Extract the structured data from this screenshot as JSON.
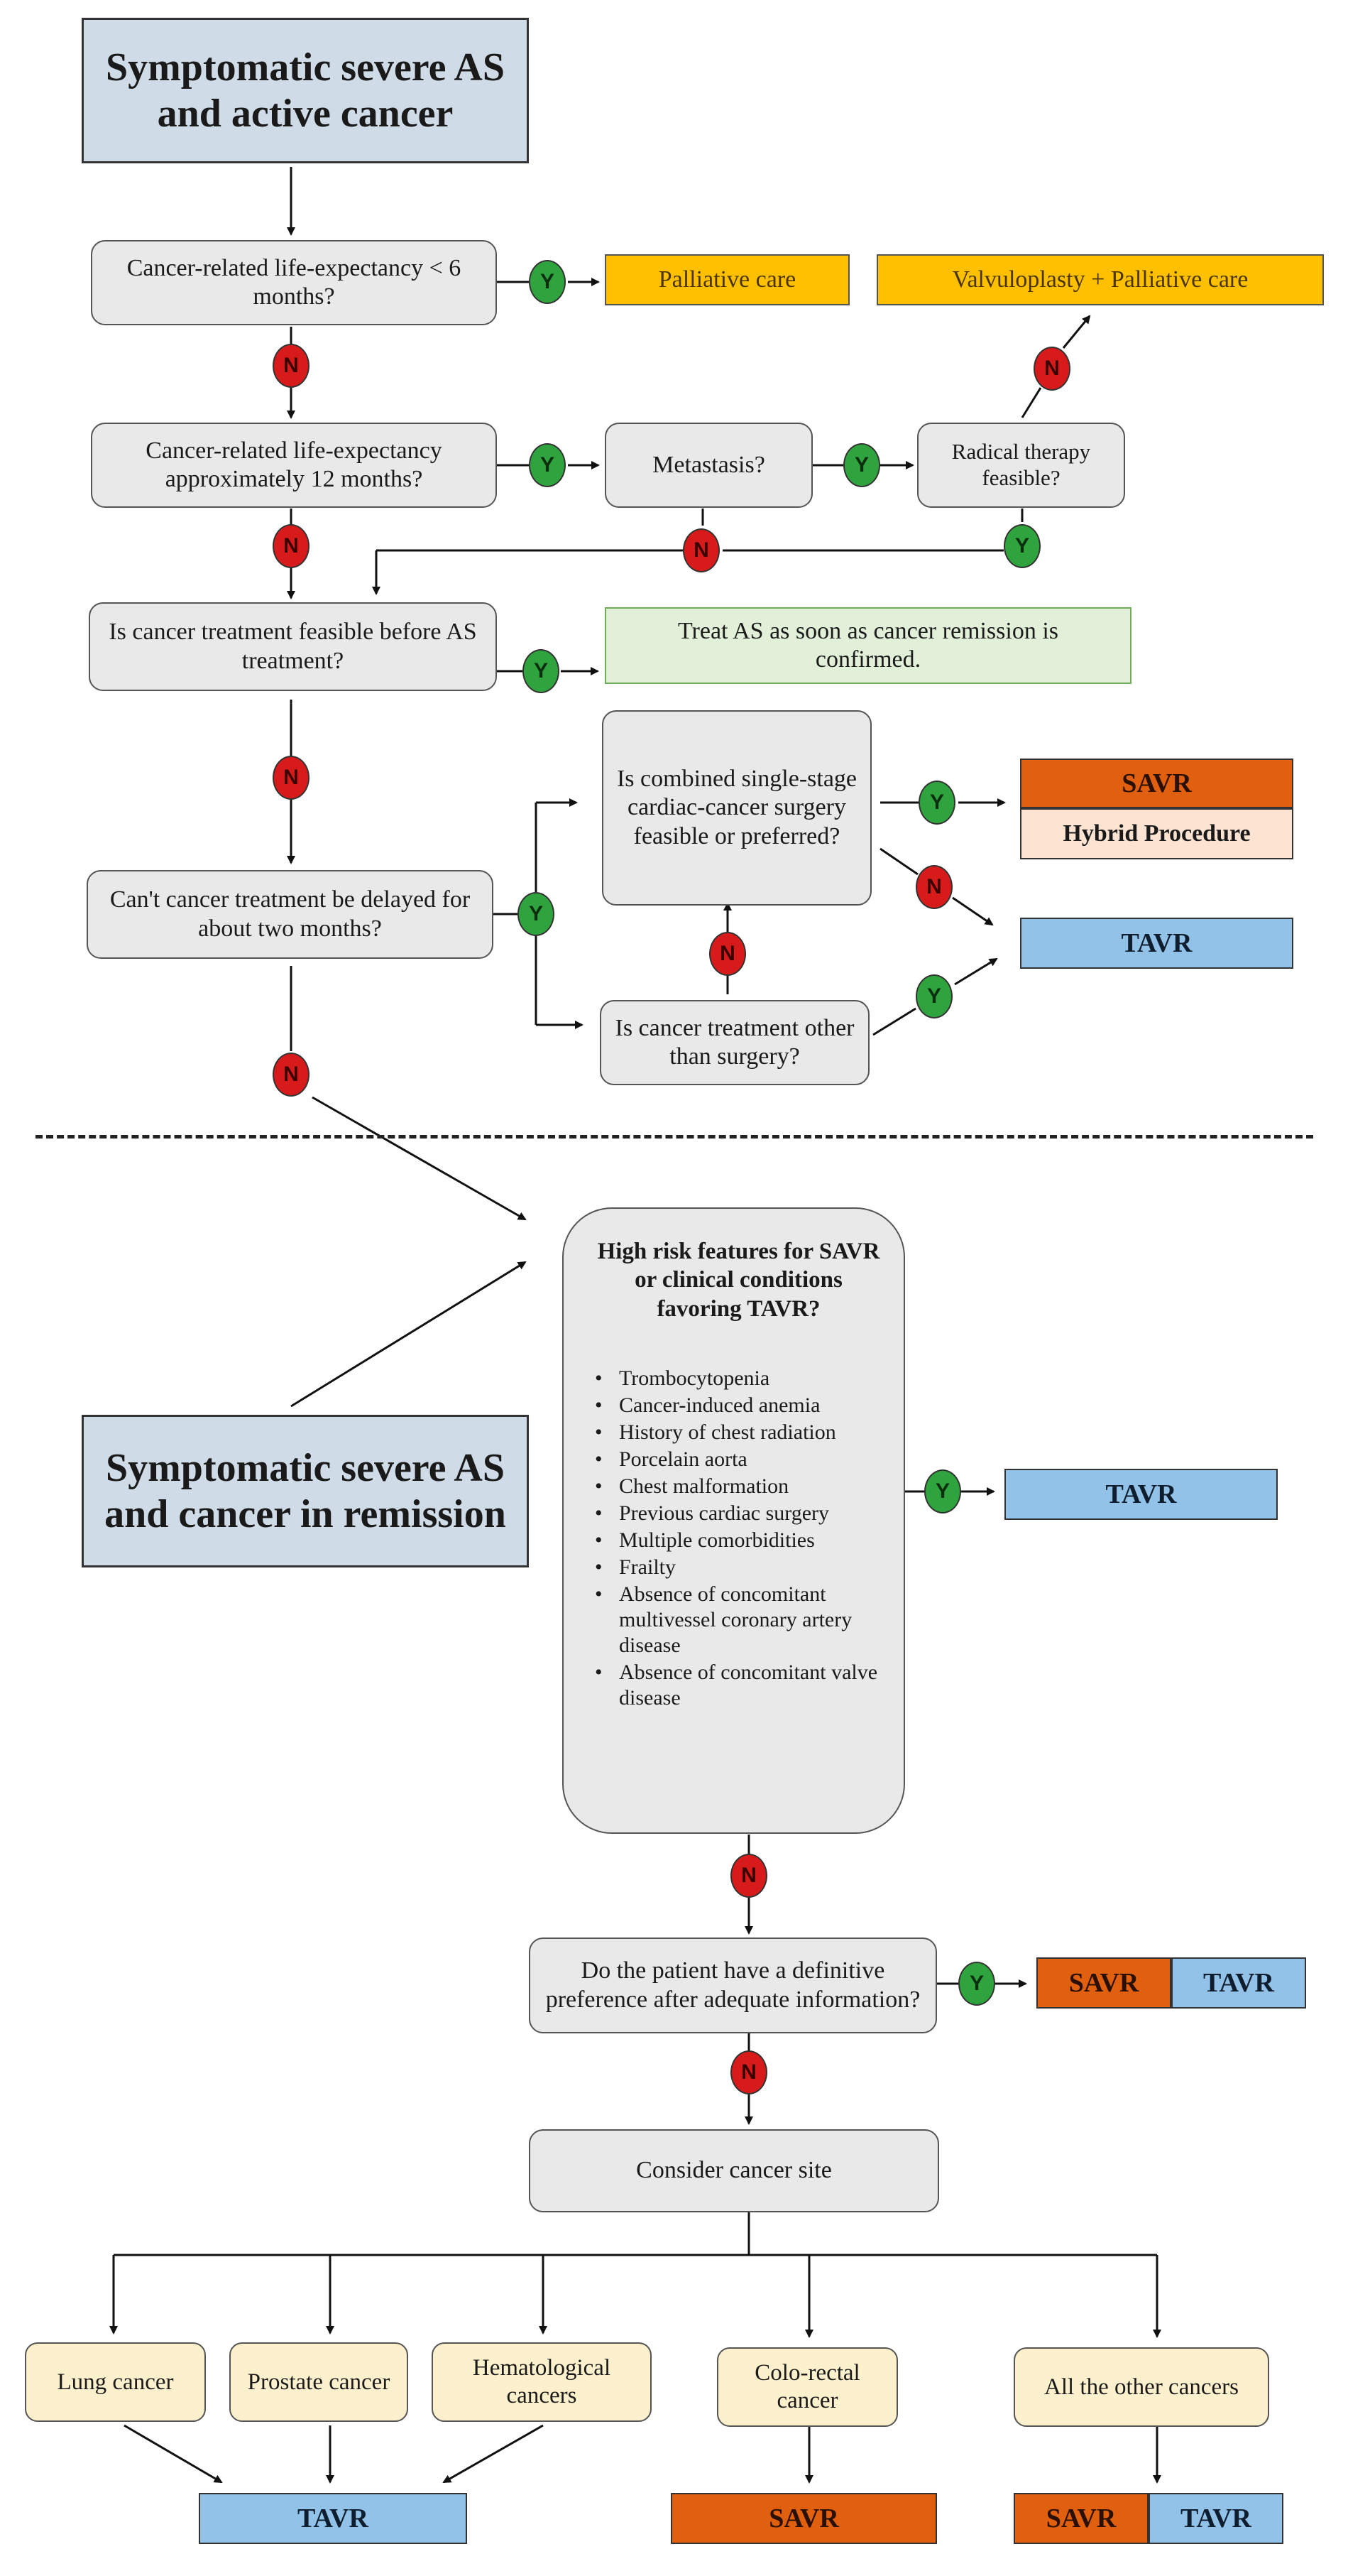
{
  "top_title": "Symptomatic severe AS and active cancer",
  "bottom_title": "Symptomatic severe AS and cancer in remission",
  "questions": {
    "q1": "Cancer-related life-expectancy < 6 months?",
    "q2": "Cancer-related life-expectancy approximately 12 months?",
    "metastasis": "Metastasis?",
    "radical": "Radical therapy feasible?",
    "q3": "Is cancer treatment feasible before AS treatment?",
    "combined": "Is combined single-stage cardiac-cancer surgery feasible or preferred?",
    "q4": "Can't cancer treatment be delayed for about two months?",
    "other_than_surgery": "Is cancer treatment other than surgery?",
    "preference": "Do the patient have a definitive preference after adequate information?",
    "site": "Consider cancer site"
  },
  "outcomes": {
    "palliative": "Palliative  care",
    "valvuloplasty": "Valvuloplasty + Palliative care",
    "treat_as": "Treat AS as soon as cancer remission is confirmed.",
    "savr": "SAVR",
    "hybrid": "Hybrid Procedure",
    "tavr": "TAVR"
  },
  "high_risk": {
    "title": "High risk features for SAVR or clinical conditions favoring TAVR?",
    "items": [
      "Trombocytopenia",
      "Cancer-induced anemia",
      "History of chest radiation",
      "Porcelain aorta",
      "Chest malformation",
      "Previous cardiac surgery",
      "Multiple comorbidities",
      "Frailty",
      "Absence of concomitant multivessel coronary artery disease",
      "Absence of concomitant valve disease"
    ]
  },
  "sites": {
    "lung": "Lung cancer",
    "prostate": "Prostate cancer",
    "hematological": "Hematological cancers",
    "colorectal": "Colo-rectal cancer",
    "other": "All the other cancers"
  },
  "badges": {
    "yes": "Y",
    "no": "N"
  },
  "colors": {
    "question_fill": "#e9e9e9",
    "title_fill": "#cfdbe6",
    "palliative_fill": "#ffc000",
    "savr_fill": "#e06010",
    "tavr_fill": "#92c2e8",
    "hybrid_fill": "#fde4d2",
    "treat_fill": "#e2f0d9",
    "site_fill": "#fdf0cc",
    "yes_badge": "#2fa43e",
    "no_badge": "#d71b1b"
  }
}
